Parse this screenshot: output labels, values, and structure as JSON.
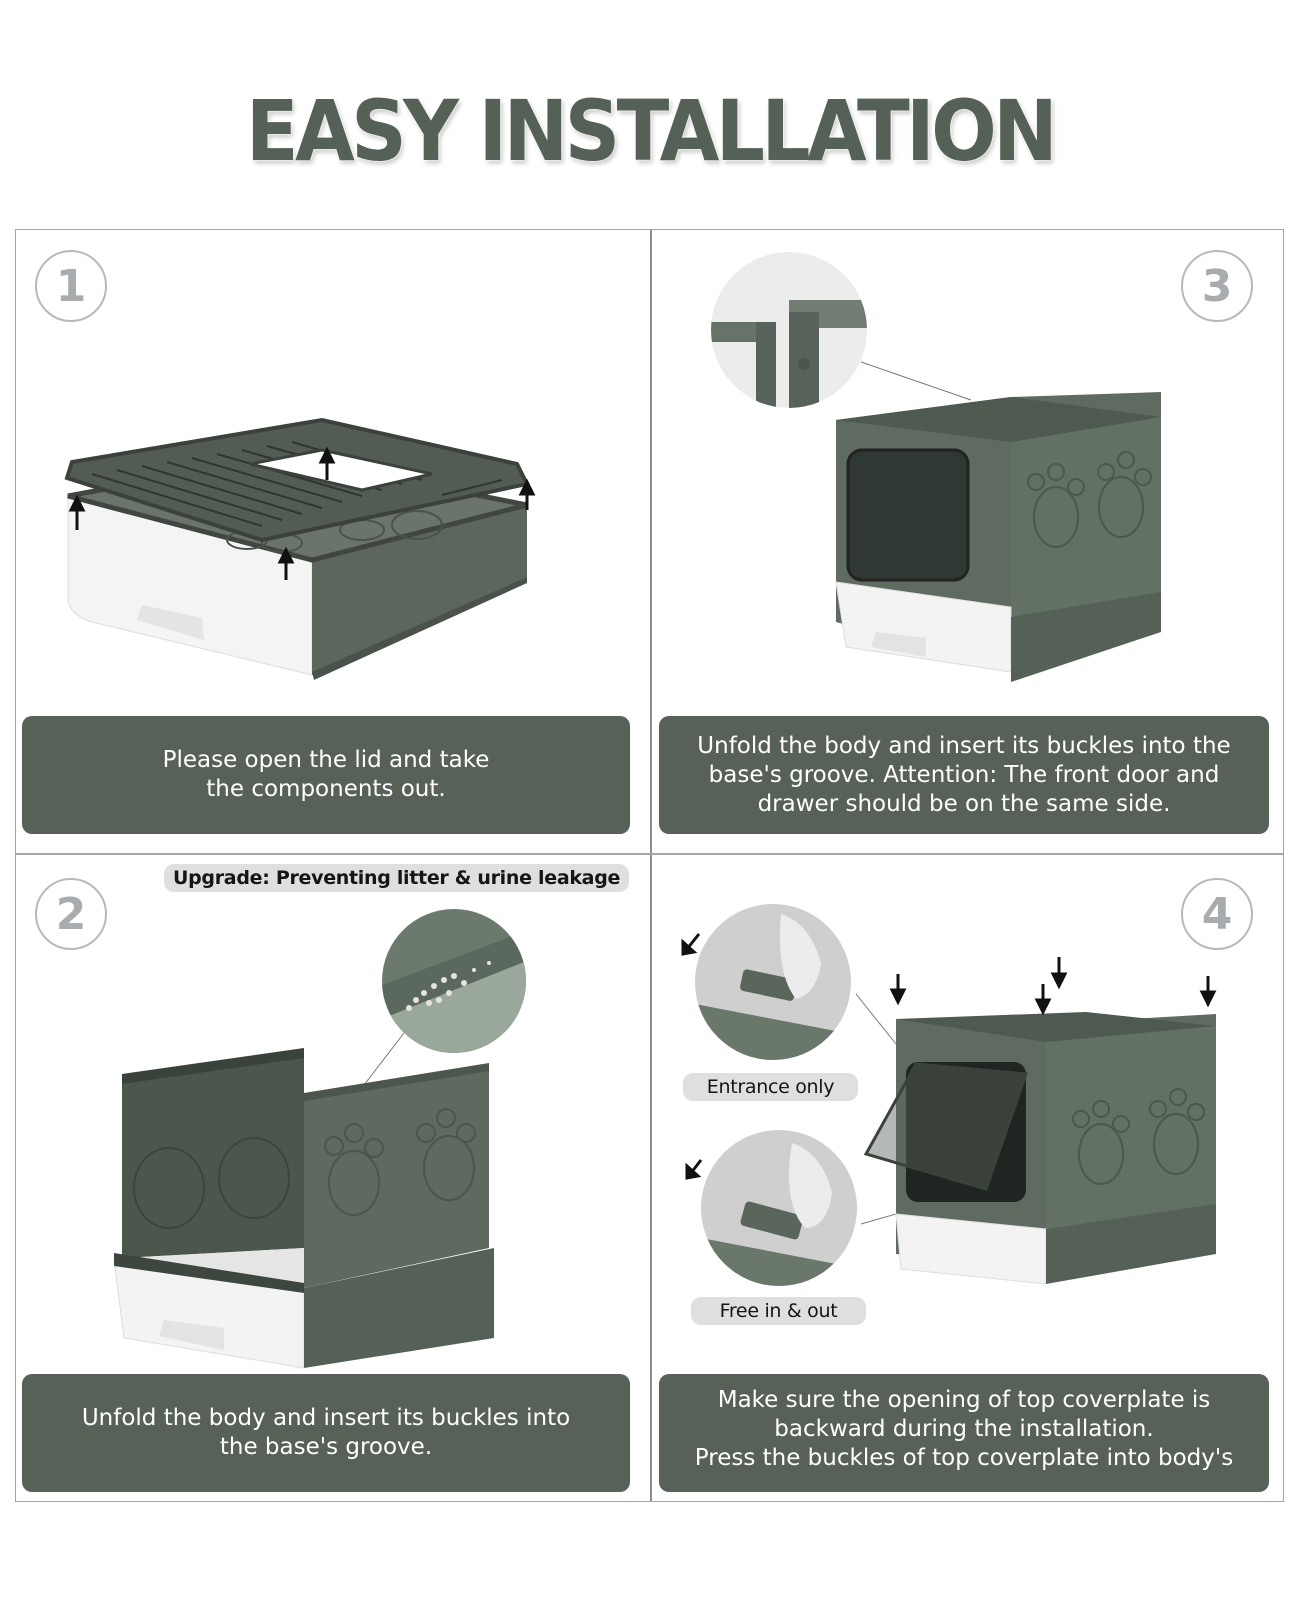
{
  "title": "EASY INSTALLATION",
  "colors": {
    "primary_green": "#576158",
    "product_green": "#5e6b60",
    "product_dark": "#4a534b",
    "step_circle": "#b7b9bb",
    "pill_bg": "#dfdfdf",
    "border": "#a2a5ab"
  },
  "steps": [
    {
      "number": "1",
      "caption_lines": [
        "Please open the lid and take",
        "the components out."
      ],
      "image": "litter-box-base-with-grate-lid-lifting"
    },
    {
      "number": "2",
      "badge": "Upgrade: Preventing litter & urine leakage",
      "caption_lines": [
        "Unfold the body and insert its buckles into",
        "the base's groove."
      ],
      "image": "litter-box-side-panels-unfolding"
    },
    {
      "number": "3",
      "caption_lines": [
        "Unfold the body and insert its buckles into the",
        "base's groove. Attention: The front door and",
        "drawer should be on the same side."
      ],
      "image": "litter-box-body-assembled-with-buckle-detail"
    },
    {
      "number": "4",
      "door_modes": [
        "Entrance only",
        "Free in & out"
      ],
      "caption_lines": [
        "Make sure the opening of top coverplate is",
        "backward during the installation.",
        "Press the buckles of top coverplate into body's"
      ],
      "image": "litter-box-top-coverplate-press-in"
    }
  ]
}
